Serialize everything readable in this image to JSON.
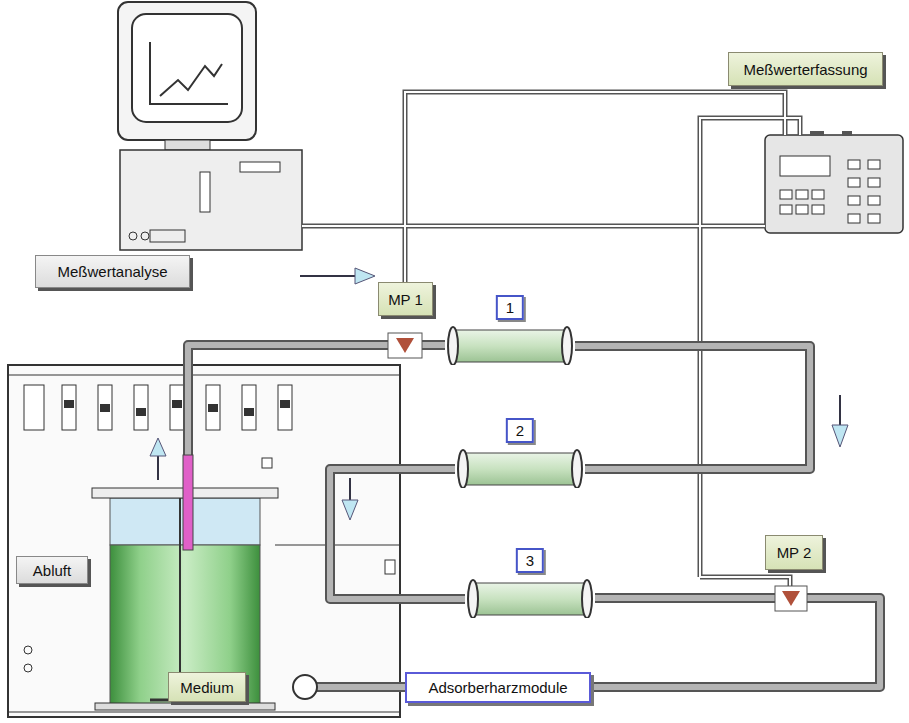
{
  "diagram": {
    "nodes": [
      {
        "text": [
          "Meßwerterfassung"
        ]
      },
      {
        "text": [
          "Meßwertanalyse"
        ]
      },
      {
        "text": [
          "MP 1"
        ]
      },
      {
        "text": [
          "1"
        ]
      },
      {
        "text": [
          "2"
        ]
      },
      {
        "text": [
          "3"
        ]
      },
      {
        "text": [
          "MP 2"
        ]
      },
      {
        "text": [
          "Abluft"
        ]
      },
      {
        "text": [
          "Adsorberharzmodule"
        ]
      },
      {
        "text": [
          "Medium"
        ]
      }
    ],
    "edges": [
      {
        "from": 3,
        "to": 4,
        "arrow": "none"
      },
      {
        "from": 4,
        "to": 5,
        "arrow": "none"
      }
    ]
  }
}
